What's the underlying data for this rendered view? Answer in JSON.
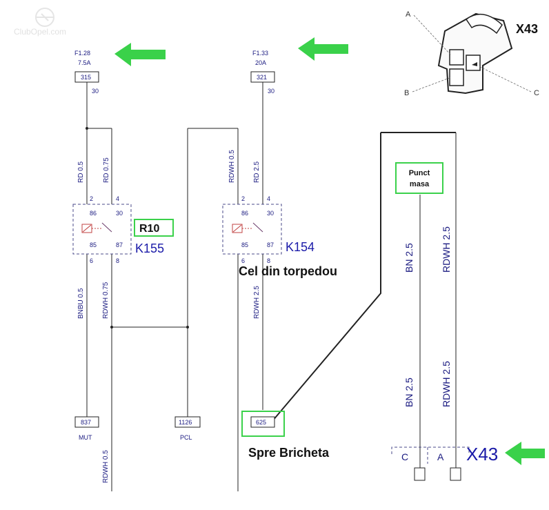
{
  "watermark": "ClubOpel.com",
  "fuses": [
    {
      "name": "F1.28",
      "rating": "7.5A",
      "box": "315",
      "pin": "30"
    },
    {
      "name": "F1.33",
      "rating": "20A",
      "box": "321",
      "pin": "30"
    }
  ],
  "relays": [
    {
      "name": "K155",
      "pins": [
        "2",
        "4",
        "86",
        "30",
        "85",
        "87",
        "6",
        "8"
      ]
    },
    {
      "name": "K154",
      "pins": [
        "2",
        "4",
        "86",
        "30",
        "85",
        "87",
        "6",
        "8"
      ]
    }
  ],
  "wires": {
    "rd05": "RD 0.5",
    "rd075": "RD 0.75",
    "rdwh05_top": "RDWH 0.5",
    "rd25": "RD 2.5",
    "bnbu05": "BNBU 0.5",
    "rdwh075": "RDWH 0.75",
    "rdwh25_mid": "RDWH 2.5",
    "rdwh05_bottom": "RDWH 0.5",
    "bn25_top": "BN 2.5",
    "rdwh25_right_top": "RDWH 2.5",
    "bn25_bottom": "BN 2.5",
    "rdwh25_right_bottom": "RDWH 2.5"
  },
  "terminals": [
    {
      "box": "837",
      "label": "MUT"
    },
    {
      "box": "1126",
      "label": "PCL"
    },
    {
      "box": "625",
      "label": ""
    }
  ],
  "annotations": {
    "r10": "R10",
    "cel_din_torpedou": "Cel din torpedou",
    "spre_bricheta": "Spre Bricheta",
    "punct": "Punct",
    "masa": "masa"
  },
  "connector": {
    "name": "X43",
    "pin_a": "A",
    "pin_b": "B",
    "pin_c": "C",
    "bottom_c": "C",
    "bottom_a": "A",
    "bottom_name": "X43"
  },
  "colors": {
    "highlight": "#3ad14a",
    "label_blue": "#1a1a80",
    "relay_coil": "#c04040"
  }
}
